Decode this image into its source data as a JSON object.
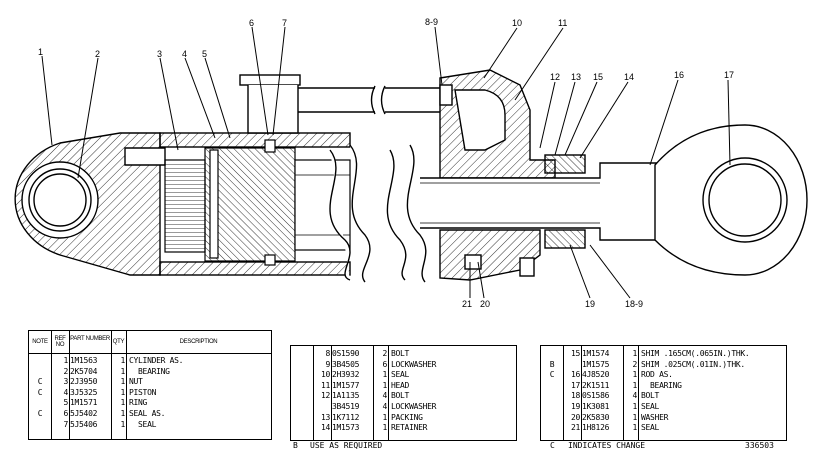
{
  "callouts": [
    {
      "id": "c1",
      "text": "1"
    },
    {
      "id": "c2",
      "text": "2"
    },
    {
      "id": "c3",
      "text": "3"
    },
    {
      "id": "c4",
      "text": "4"
    },
    {
      "id": "c5",
      "text": "5"
    },
    {
      "id": "c6",
      "text": "6"
    },
    {
      "id": "c7",
      "text": "7"
    },
    {
      "id": "c89",
      "text": "8-9"
    },
    {
      "id": "c10",
      "text": "10"
    },
    {
      "id": "c11",
      "text": "11"
    },
    {
      "id": "c12",
      "text": "12"
    },
    {
      "id": "c13",
      "text": "13"
    },
    {
      "id": "c15",
      "text": "15"
    },
    {
      "id": "c14",
      "text": "14"
    },
    {
      "id": "c16",
      "text": "16"
    },
    {
      "id": "c17",
      "text": "17"
    },
    {
      "id": "c21",
      "text": "21"
    },
    {
      "id": "c20",
      "text": "20"
    },
    {
      "id": "c19",
      "text": "19"
    },
    {
      "id": "c189",
      "text": "18-9"
    }
  ],
  "table1": {
    "headers": {
      "note": "NOTE",
      "ref": "REF NO",
      "part": "PART NUMBER",
      "qty": "QTY",
      "desc": "DESCRIPTION"
    },
    "rows": [
      {
        "note": "",
        "ref": "1",
        "part": "1M1563",
        "qty": "1",
        "desc": "CYLINDER AS."
      },
      {
        "note": "",
        "ref": "2",
        "part": "2K5704",
        "qty": "1",
        "desc": "  BEARING"
      },
      {
        "note": "C",
        "ref": "3",
        "part": "2J3950",
        "qty": "1",
        "desc": "NUT"
      },
      {
        "note": "C",
        "ref": "4",
        "part": "3J5325",
        "qty": "1",
        "desc": "PISTON"
      },
      {
        "note": "",
        "ref": "5",
        "part": "1M1571",
        "qty": "1",
        "desc": "RING"
      },
      {
        "note": "C",
        "ref": "6",
        "part": "5J5402",
        "qty": "1",
        "desc": "SEAL AS."
      },
      {
        "note": "",
        "ref": "7",
        "part": "5J5406",
        "qty": "1",
        "desc": "  SEAL"
      }
    ]
  },
  "table2": {
    "rows": [
      {
        "note": "",
        "ref": "8",
        "part": "0S1590",
        "qty": "2",
        "desc": "BOLT"
      },
      {
        "note": "",
        "ref": "9",
        "part": "3B4505",
        "qty": "6",
        "desc": "LOCKWASHER"
      },
      {
        "note": "",
        "ref": "10",
        "part": "2H3932",
        "qty": "1",
        "desc": "SEAL"
      },
      {
        "note": "",
        "ref": "11",
        "part": "1M1577",
        "qty": "1",
        "desc": "HEAD"
      },
      {
        "note": "",
        "ref": "12",
        "part": "1A1135",
        "qty": "4",
        "desc": "BOLT"
      },
      {
        "note": "",
        "ref": "",
        "part": "3B4519",
        "qty": "4",
        "desc": "LOCKWASHER"
      },
      {
        "note": "",
        "ref": "13",
        "part": "1K7112",
        "qty": "1",
        "desc": "PACKING"
      },
      {
        "note": "",
        "ref": "14",
        "part": "1M1573",
        "qty": "1",
        "desc": "RETAINER"
      }
    ]
  },
  "table3": {
    "rows": [
      {
        "note": "",
        "ref": "15",
        "part": "1M1574",
        "qty": "1",
        "desc": "SHIM .165CM(.065IN.)THK."
      },
      {
        "note": "B",
        "ref": "",
        "part": "1M1575",
        "qty": "2",
        "desc": "SHIM .025CM(.01IN.)THK."
      },
      {
        "note": "C",
        "ref": "16",
        "part": "4J8520",
        "qty": "1",
        "desc": "ROD AS."
      },
      {
        "note": "",
        "ref": "17",
        "part": "2K1511",
        "qty": "1",
        "desc": "  BEARING"
      },
      {
        "note": "",
        "ref": "18",
        "part": "0S1586",
        "qty": "4",
        "desc": "BOLT"
      },
      {
        "note": "",
        "ref": "19",
        "part": "1K3081",
        "qty": "1",
        "desc": "SEAL"
      },
      {
        "note": "",
        "ref": "20",
        "part": "2K5830",
        "qty": "1",
        "desc": "WASHER"
      },
      {
        "note": "",
        "ref": "21",
        "part": "1H8126",
        "qty": "1",
        "desc": "SEAL"
      }
    ]
  },
  "footer": {
    "b_code": "B",
    "b_text": "USE AS REQUIRED",
    "c_code": "C",
    "c_text": "INDICATES CHANGE",
    "drawing_no": "336503"
  }
}
